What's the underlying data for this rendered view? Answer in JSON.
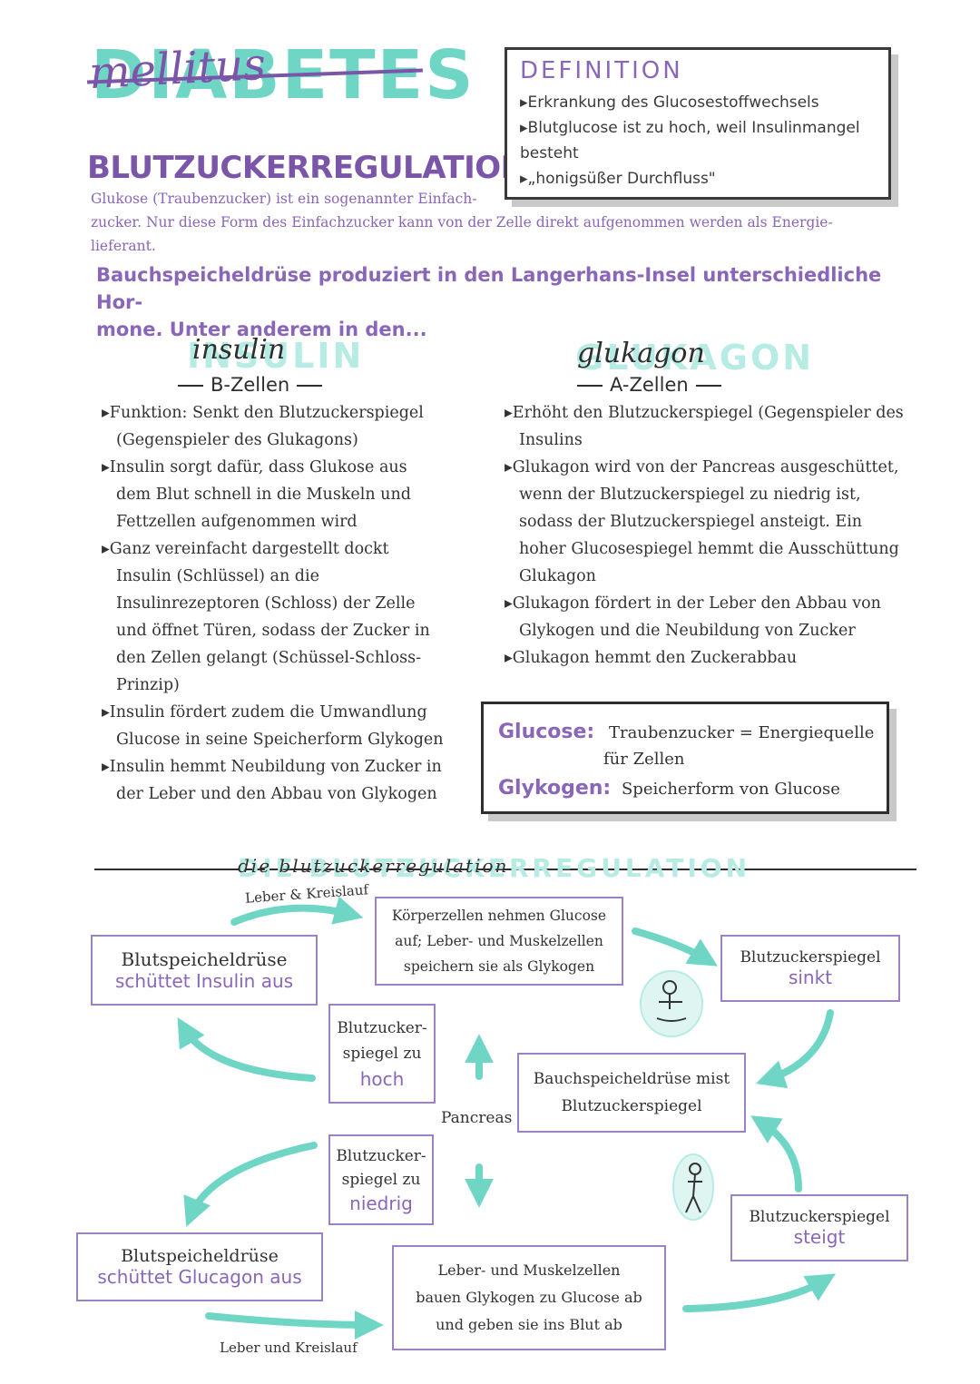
{
  "header": {
    "title": "DIABETES",
    "subtitle": "mellitus",
    "section_title": "BLUTZUCKERREGULATION"
  },
  "definition": {
    "title": "DEFINITION",
    "items": [
      "Erkrankung des Glucosestoffwechsels",
      "Blutglucose ist zu hoch, weil Insulinmangel besteht",
      "„honigsüßer Durchfluss\""
    ]
  },
  "intro": {
    "lines": [
      "Glukose (Traubenzucker) ist ein sogenannter Einfach-",
      "zucker. Nur diese Form des Einfachzucker kann von der Zelle direkt aufgenommen werden als Energie-",
      "lieferant."
    ]
  },
  "hormones_intro": {
    "lines": [
      "Bauchspeicheldrüse produziert in den Langerhans-Insel unterschiedliche Hor-",
      "mone. Unter anderem in den..."
    ]
  },
  "insulin": {
    "title_bg": "INSULIN",
    "title_script": "insulin",
    "cells": "B-Zellen",
    "items": [
      "Funktion: Senkt den Blutzuckerspiegel (Gegenspieler des Glukagons)",
      "Insulin sorgt dafür, dass Glukose aus dem Blut schnell in die Muskeln und Fettzellen aufgenommen wird",
      "Ganz vereinfacht dargestellt dockt Insulin (Schlüssel) an die Insulinrezeptoren (Schloss) der Zelle und öffnet Türen, sodass der Zucker in den Zellen gelangt (Schüssel-Schloss-Prinzip)",
      "Insulin fördert zudem die Umwandlung Glucose in seine Speicherform Glykogen",
      "Insulin hemmt Neubildung von Zucker in der Leber und den Abbau von Glykogen"
    ]
  },
  "glukagon": {
    "title_bg": "GLUKAGON",
    "title_script": "glukagon",
    "cells": "A-Zellen",
    "items": [
      "Erhöht den Blutzuckerspiegel (Gegenspieler des Insulins",
      "Glukagon wird von der Pancreas ausgeschüttet, wenn der Blutzuckerspiegel zu niedrig ist, sodass der Blutzuckerspiegel ansteigt. Ein hoher Glucosespiegel hemmt die Ausschüttung Glukagon",
      "Glukagon fördert in der Leber den Abbau von Glykogen und die Neubildung von Zucker",
      "Glukagon hemmt den Zuckerabbau"
    ]
  },
  "glossary": {
    "glucose_term": "Glucose:",
    "glucose_def_1": "Traubenzucker = Energiequelle",
    "glucose_def_2": "für Zellen",
    "glykogen_term": "Glykogen:",
    "glykogen_def": "Speicherform von Glucose"
  },
  "flow": {
    "title_bg": "DIE BLUTZUCKERREGULATION",
    "title_script": "die blutzuckerregulation",
    "label_leber_kreislauf_top": "Leber & Kreislauf",
    "label_leber_kreislauf_bottom": "Leber und Kreislauf",
    "label_pancreas": "Pancreas",
    "box_insulin_release": {
      "line1": "Blutspeicheldrüse",
      "accent": "schüttet Insulin aus"
    },
    "box_cells_absorb": {
      "line1": "Körperzellen nehmen Glucose",
      "line2": "auf; Leber- und Muskelzellen",
      "line3": "speichern sie als Glykogen"
    },
    "box_sugar_sinks": {
      "line1": "Blutzuckerspiegel",
      "accent": "sinkt"
    },
    "box_sugar_high": {
      "line1": "Blutzucker-",
      "line2": "spiegel zu",
      "accent": "hoch"
    },
    "box_pancreas_measures": {
      "line1": "Bauchspeicheldrüse mist",
      "line2": "Blutzuckerspiegel"
    },
    "box_sugar_low": {
      "line1": "Blutzucker-",
      "line2": "spiegel zu",
      "accent": "niedrig"
    },
    "box_sugar_rises": {
      "line1": "Blutzuckerspiegel",
      "accent": "steigt"
    },
    "box_glucagon_release": {
      "line1": "Blutspeicheldrüse",
      "accent": "schüttet Glucagon aus"
    },
    "box_glycogen_breakdown": {
      "line1": "Leber- und Muskelzellen",
      "line2": "bauen Glykogen zu Glucose ab",
      "line3": "und geben sie ins Blut ab"
    }
  },
  "colors": {
    "purple": "#8a66b8",
    "teal": "#6fd6c6",
    "ink": "#2e2e2e"
  }
}
